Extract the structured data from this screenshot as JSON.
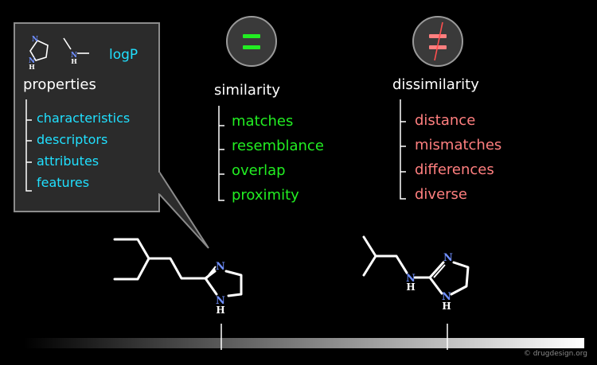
{
  "callout": {
    "logp": "logP",
    "heading": "properties",
    "items": [
      "characteristics",
      "descriptors",
      "attributes",
      "features"
    ]
  },
  "similarity": {
    "symbol": "=",
    "heading": "similarity",
    "items": [
      "matches",
      "resemblance",
      "overlap",
      "proximity"
    ]
  },
  "dissimilarity": {
    "symbol": "≠",
    "heading": "dissimilarity",
    "items": [
      "distance",
      "mismatches",
      "differences",
      "diverse"
    ]
  },
  "atoms": {
    "n": "N",
    "nh_n": "N",
    "nh_h": "H"
  },
  "copyright": "© drugdesign.org",
  "colors": {
    "background": "#000000",
    "callout_fill": "#2b2b2b",
    "callout_border": "#8c8c8c",
    "cyan": "#20e0ff",
    "green": "#22ee22",
    "salmon": "#ff7f7f",
    "atom_blue": "#6f8fff"
  }
}
